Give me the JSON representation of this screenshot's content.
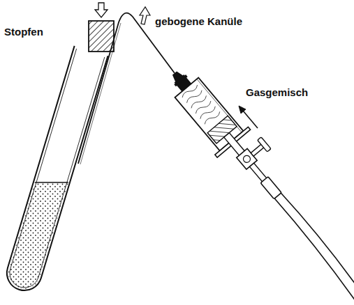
{
  "diagram": {
    "labels": [
      "Stopfen",
      "gebogene Kanüle",
      "Gasgemisch"
    ]
  }
}
